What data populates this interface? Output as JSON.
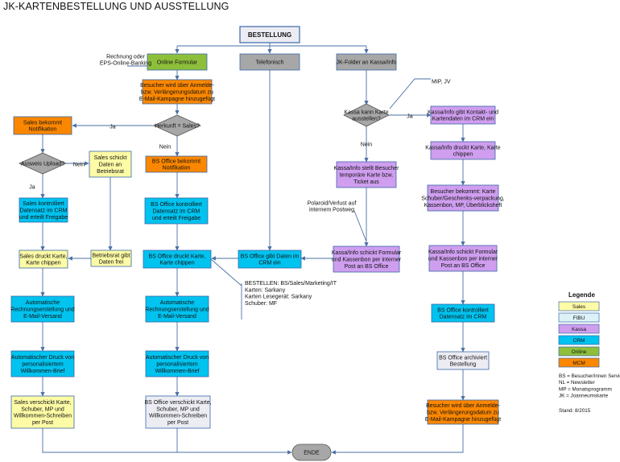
{
  "title": "JK-KARTENBESTELLUNG UND AUSSTELLUNG",
  "colors": {
    "sales": "#fdfba5",
    "fibu": "#dcf2f8",
    "kassa": "#cf9eef",
    "crm": "#00c3ef",
    "online": "#8ebf3b",
    "mcm": "#fb8700",
    "grey": "#a7a7a7",
    "offwhite": "#ececf3",
    "box_stroke": "#3a68a8",
    "line": "#4a6fa5"
  },
  "nodes": {
    "bestellung": "BESTELLUNG",
    "online_formular": "Online Formular",
    "telefonisch": "Telefonisch",
    "jk_folder": "JK-Folder an Kassa/Info",
    "rechnung": [
      "Rechnung oder",
      "EPS-Online-Banking"
    ],
    "besucher_anmelde": [
      "Besucher wird über Anmelde-",
      "bzw. Verlängerungsdatum zu",
      "E-Mail-Kampagne hinzugefügt"
    ],
    "herkunft": "Herkunft = Sales?",
    "sales_notifikation": [
      "Sales bekommt",
      "Notifikation"
    ],
    "bs_office_notifikation": [
      "BS Office bekommt",
      "Notifikation"
    ],
    "ausweis_upload": "Ausweis Upload?",
    "sales_schickt": [
      "Sales schickt",
      "Daten an",
      "Betriebsrat"
    ],
    "sales_kontrolliert": [
      "Sales kontrolliert",
      "Datensatz im CRM",
      "und erteilt Freigabe"
    ],
    "bs_kontrolliert": [
      "BS Office kontrolliert",
      "Datensatz im CRM",
      "und erteilt Freigabe"
    ],
    "sales_druckt": [
      "Sales druckt Karte,",
      "Karte chippen"
    ],
    "betriebsrat_gibt": [
      "Betriebsrat gibt",
      "Daten frei"
    ],
    "bs_druckt": [
      "BS Office druckt Karte,",
      "Karte chippen"
    ],
    "bs_gibt_crm": [
      "BS Office gibt Daten im",
      "CRM ein"
    ],
    "mip_jv": "MIP, JV",
    "kassa_kann": [
      "Kassa kann Karte",
      "ausstellen?"
    ],
    "kassa_gibt_kontakt": [
      "Kassa/Info gibt Kontakt- und",
      "Kartendaten im CRM ein"
    ],
    "kassa_stellt": [
      "Kassa/Info stellt Besucher",
      "temporäre Karte bzw.",
      "Ticket aus"
    ],
    "kassa_druckt": [
      "Kassa/Info druckt Karte, Karte",
      "chippen"
    ],
    "besucher_bekommt": [
      "Besucher bekommt: Karte",
      "Schuber/Geschenks-verpackung,",
      "Kassenbon, MP, Überblicksheft"
    ],
    "polaroid": [
      "Polaroid/Verlust auf",
      "internem Postweg"
    ],
    "kassa_schickt_left": [
      "Kassa/Info schickt Formular",
      "und Kassenbon per interner",
      "Post an BS Office"
    ],
    "kassa_schickt_right": [
      "Kassa/Info schickt Formular",
      "und Kassenbon per interner",
      "Post an BS Office"
    ],
    "bestellen_note": [
      "BESTELLEN: BS/Sales/Marketing/IT",
      "Karten: Sarkany",
      "Karten Lesegerät: Sarkany",
      "Schuber: MF"
    ],
    "auto_rechnung_left": [
      "Automatische",
      "Rechnungserstellung und",
      "E-Mail-Versand"
    ],
    "auto_rechnung_mid": [
      "Automatische",
      "Rechnungserstellung und",
      "E-Mail-Versand"
    ],
    "bs_kontrolliert_crm": [
      "BS Office kontrolliert",
      "Datensatz im CRM"
    ],
    "auto_druck_left": [
      "Automatischer Druck von",
      "personalisiertem",
      "Willkommen-Brief"
    ],
    "auto_druck_mid": [
      "Automatischer Druck von",
      "personalisiertem",
      "Willkommen-Brief"
    ],
    "bs_archiviert": [
      "BS Office archiviert",
      "Bestellung"
    ],
    "sales_verschickt": [
      "Sales verschickt Karte,",
      "Schuber, MP und",
      "Willkommen-Schreiben",
      "per Post"
    ],
    "bs_verschickt": [
      "BS Office verschickt Karte,",
      "Schuber, MP und",
      "Willkommen-Schreiben",
      "per Post"
    ],
    "besucher_anmelde_2": [
      "Besucher wird über Anmelde-",
      "bzw. Verlängerungsdatum zu",
      "E-Mail-Kampagne hinzugefügt"
    ],
    "ende": "ENDE"
  },
  "edge_labels": {
    "ja_herkunft": "Ja",
    "nein_herkunft": "Nein",
    "nein_ausweis": "Nein",
    "ja_ausweis": "Ja",
    "ja_kassa": "Ja",
    "nein_kassa": "Nein"
  },
  "legend": {
    "title": "Legende",
    "items": [
      "Sales",
      "FIBU",
      "Kassa",
      "CRM",
      "Online",
      "MCM"
    ],
    "abbreviations": [
      "BS = Besucher/innen Service",
      "NL = Newsletter",
      "MP = Monatsprogramm",
      "JK = Joanneumskarte"
    ],
    "stand": "Stand: 8/2015"
  }
}
